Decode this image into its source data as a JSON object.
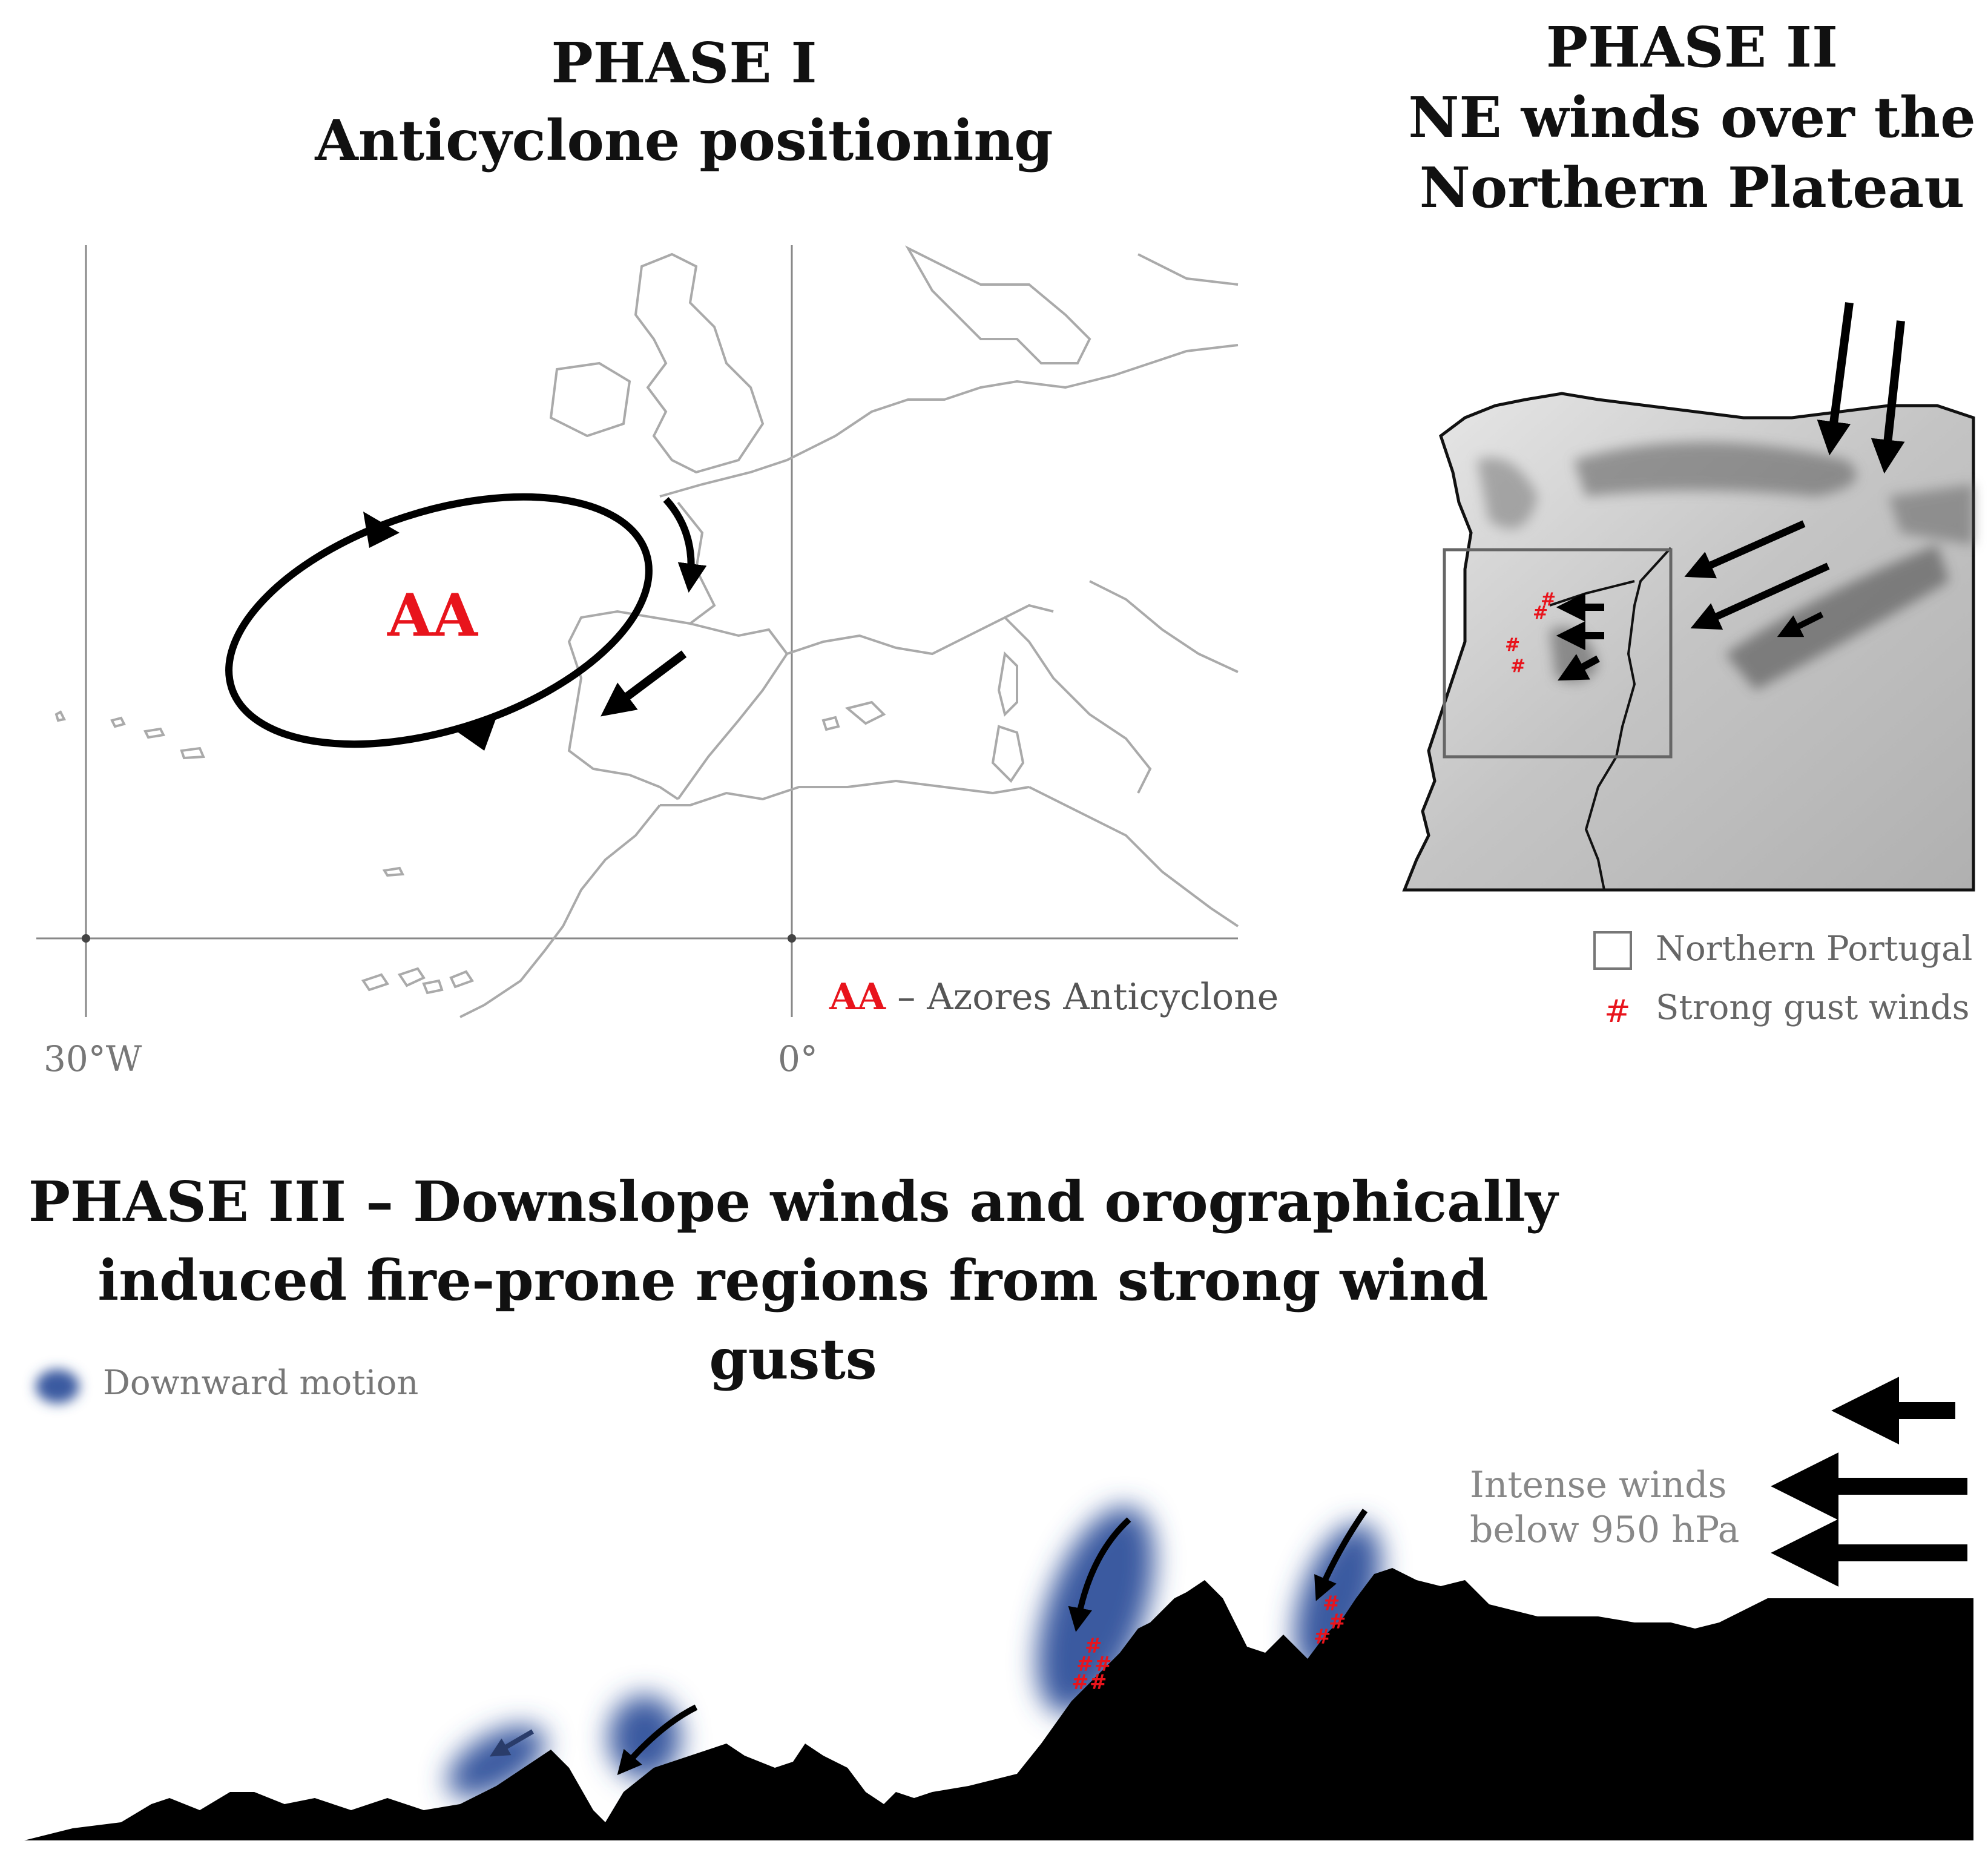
{
  "phase1": {
    "title_line1": "PHASE I",
    "title_line2": "Anticyclone positioning",
    "center_label": "AA",
    "legend_abbrev": "AA",
    "legend_text": "– Azores Anticyclone",
    "lon_labels": [
      "30°W",
      "0°"
    ]
  },
  "phase2": {
    "title_line1": "PHASE II",
    "title_line2": "NE winds over the",
    "title_line3": "Northern Plateau",
    "legend": [
      {
        "symbol": "box",
        "label": "Northern Portugal"
      },
      {
        "symbol": "#",
        "label": "Strong gust winds"
      }
    ]
  },
  "phase3": {
    "title_line1": "PHASE III – Downslope winds and orographically",
    "title_line2": "induced fire-prone regions from strong wind gusts",
    "legend_label": "Downward motion",
    "wind_label_line1": "Intense  winds",
    "wind_label_line2": "below 950 hPa"
  },
  "colors": {
    "accent_red": "#e8141c",
    "downward_blue": "#3a5aa0",
    "terrain": "#000000",
    "coastline": "#a8a8a8"
  }
}
